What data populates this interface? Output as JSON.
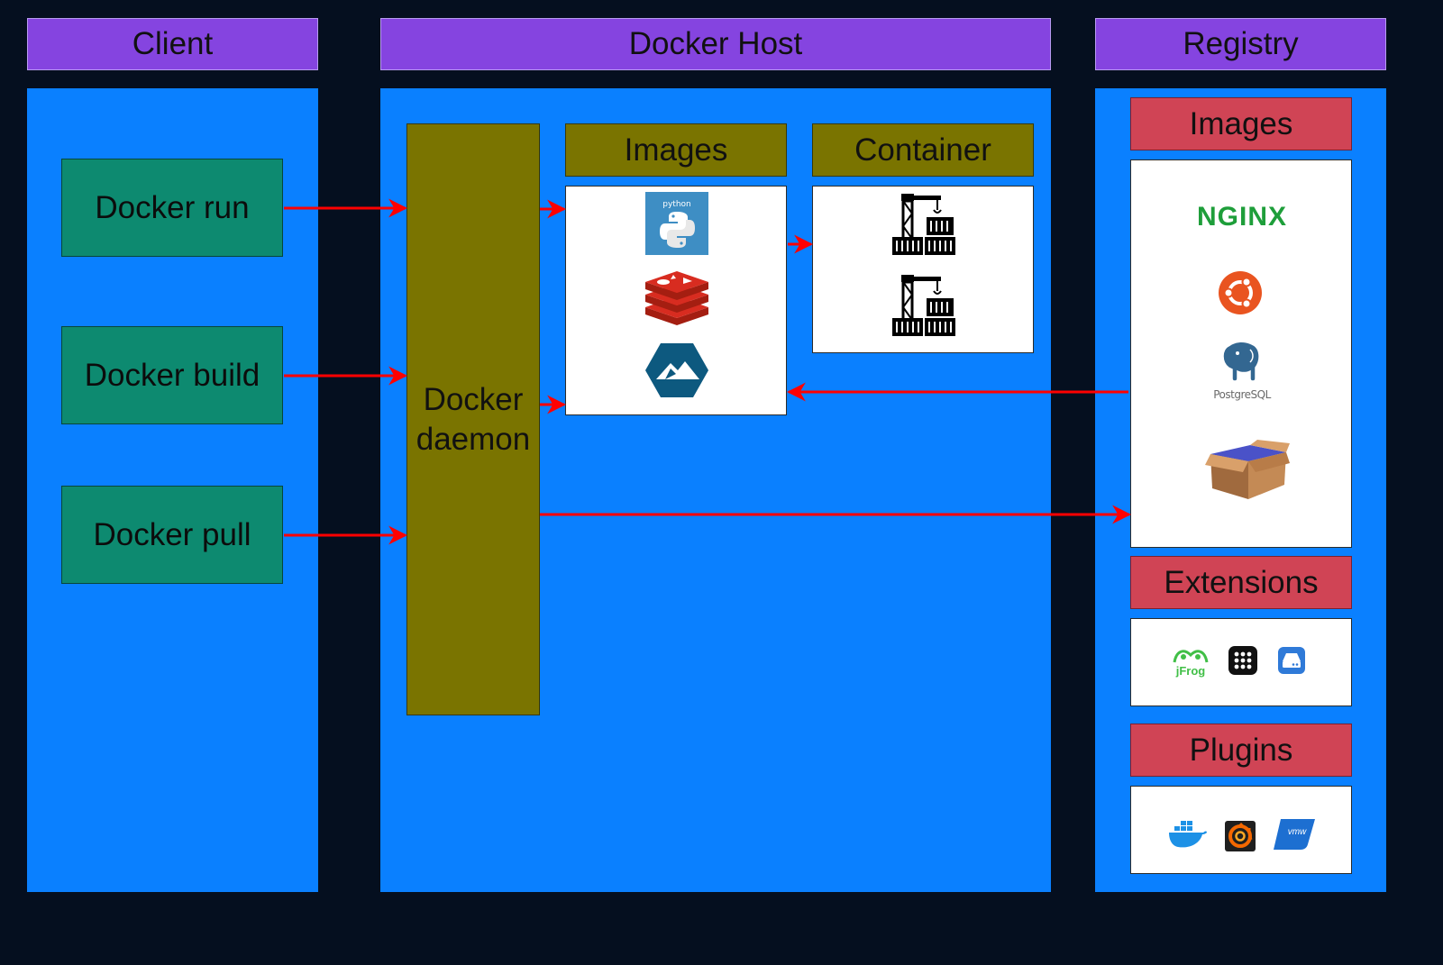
{
  "columns": {
    "client": "Client",
    "docker_host": "Docker Host",
    "registry": "Registry"
  },
  "client": {
    "commands": [
      "Docker run",
      "Docker build",
      "Docker pull"
    ]
  },
  "host": {
    "daemon_line1": "Docker",
    "daemon_line2": "daemon",
    "images_title": "Images",
    "container_title": "Container",
    "python_label": "python"
  },
  "registry": {
    "images_title": "Images",
    "extensions_title": "Extensions",
    "plugins_title": "Plugins",
    "nginx_label": "NGINX",
    "postgres_label": "PostgreSQL",
    "jfrog_label": "jFrog",
    "vmw_label": "vmw"
  },
  "colors": {
    "background": "#050f1f",
    "header": "#8544e0",
    "panel": "#0a80ff",
    "command": "#0d8a70",
    "olive": "#7a7400",
    "registry_header": "#d04455",
    "arrow": "#ff0000"
  }
}
